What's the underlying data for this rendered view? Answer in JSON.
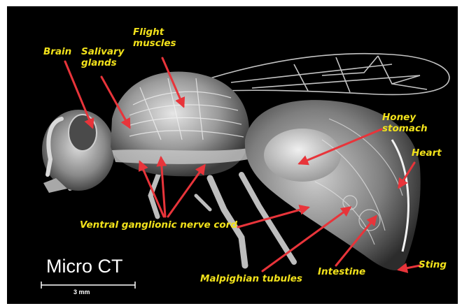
{
  "image": {
    "modality_label": "Micro CT",
    "scale_bar_label": "3 mm",
    "label_color": "#f2e21b",
    "arrow_color": "#e8343a",
    "background_color": "#000000"
  },
  "annotations": {
    "brain": "Brain",
    "salivary_glands": [
      "Salivary",
      "glands"
    ],
    "flight_muscles": [
      "Flight",
      "muscles"
    ],
    "honey_stomach": [
      "Honey",
      "stomach"
    ],
    "heart": "Heart",
    "ventral_nerve_cord": "Ventral ganglionic  nerve cord",
    "malpighian_tubules": "Malpighian  tubules",
    "intestine": "Intestine",
    "sting": "Sting"
  }
}
